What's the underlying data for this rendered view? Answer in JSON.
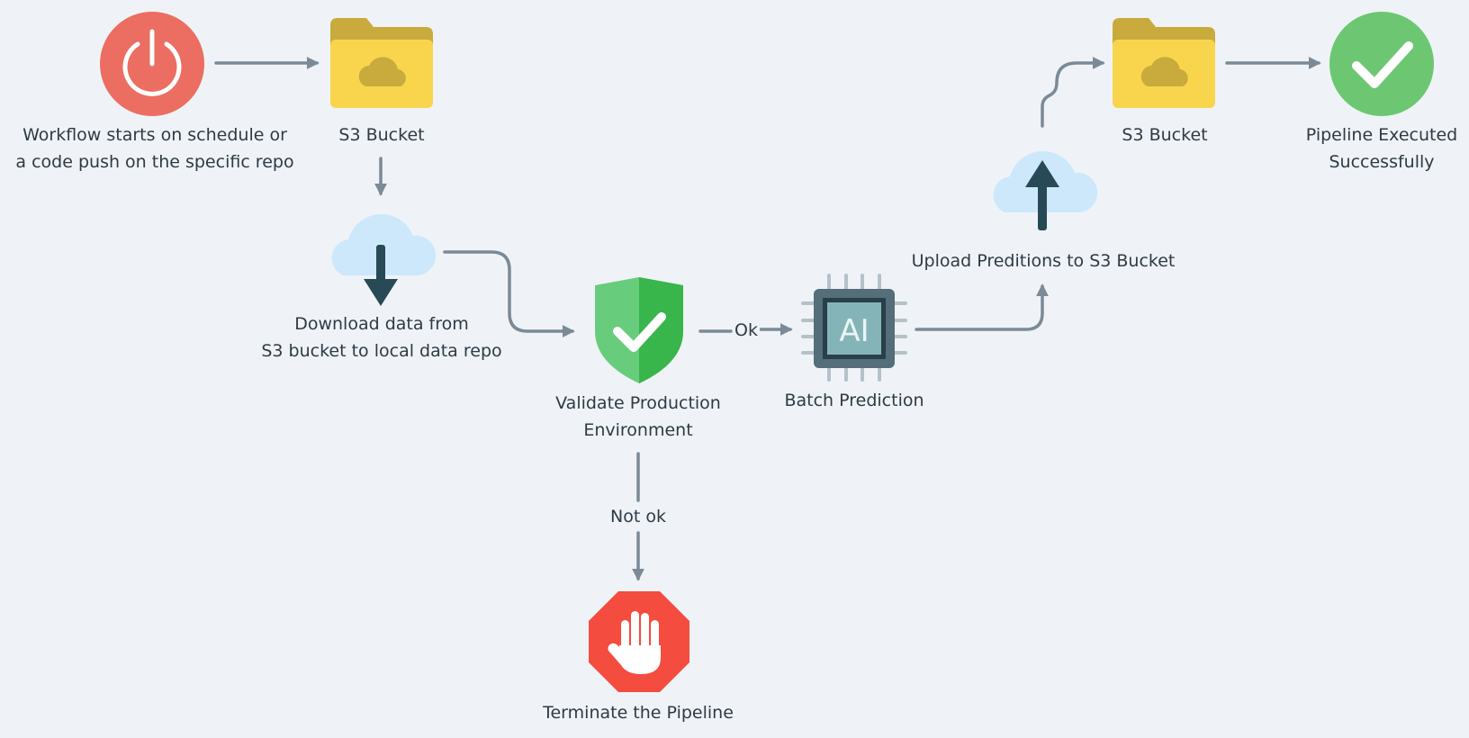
{
  "nodes": {
    "start": {
      "label_lines": [
        "Workflow starts on schedule or",
        "a code push on the specific repo"
      ],
      "icon": "power-icon"
    },
    "s3_source": {
      "label_lines": [
        "S3 Bucket"
      ],
      "icon": "folder-cloud-icon"
    },
    "download": {
      "label_lines": [
        "Download data from",
        "S3 bucket to local data repo"
      ],
      "icon": "cloud-download-icon"
    },
    "validate": {
      "label_lines": [
        "Validate Production",
        "Environment"
      ],
      "icon": "shield-check-icon"
    },
    "batch_prediction": {
      "label_lines": [
        "Batch Prediction"
      ],
      "icon": "ai-chip-icon",
      "chip_text": "AI"
    },
    "upload": {
      "label_lines": [
        "Upload Preditions to S3 Bucket"
      ],
      "icon": "cloud-upload-icon"
    },
    "s3_dest": {
      "label_lines": [
        "S3 Bucket"
      ],
      "icon": "folder-cloud-icon"
    },
    "success": {
      "label_lines": [
        "Pipeline Executed",
        "Successfully"
      ],
      "icon": "check-circle-icon"
    },
    "terminate": {
      "label_lines": [
        "Terminate the Pipeline"
      ],
      "icon": "stop-hand-icon"
    }
  },
  "edges": {
    "ok": "Ok",
    "not_ok": "Not ok"
  },
  "colors": {
    "background": "#eff3f7",
    "connector": "#7b8a97",
    "power": "#ec6d61",
    "folder_front": "#f9d54e",
    "folder_back": "#c9aa3c",
    "cloud": "#cde8fb",
    "arrow_dark": "#284956",
    "shield_light": "#67cd7c",
    "shield_dark": "#38b54b",
    "chip": "#546e7a",
    "chip_inner": "#85b4b8",
    "success": "#6dc772",
    "stop": "#f44c3f"
  }
}
